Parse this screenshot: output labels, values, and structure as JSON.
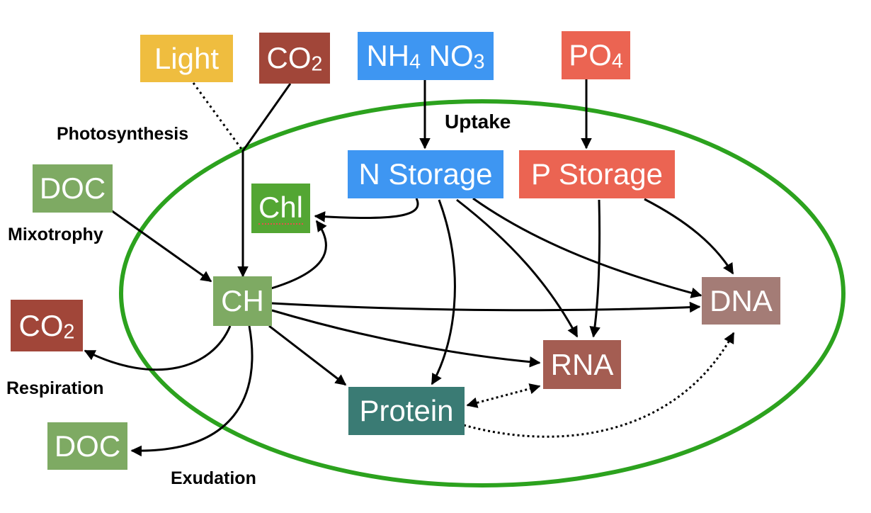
{
  "colors": {
    "cell_outline": "#2ca21e",
    "light": "#efbd3f",
    "co2": "#a14639",
    "nitrogen": "#3e96f2",
    "phosphorus": "#eb6452",
    "doc": "#7eaa63",
    "chl": "#53a633",
    "ch": "#7eaa63",
    "dna": "#a47c76",
    "rna": "#a45d52",
    "protein": "#3a7b74"
  },
  "nodes": {
    "light": "Light",
    "co2_top": {
      "main": "CO",
      "sub": "2"
    },
    "nh4_no3": {
      "a": "NH",
      "a_sub": "4",
      "b": " NO",
      "b_sub": "3"
    },
    "po4": {
      "main": "PO",
      "sub": "4"
    },
    "doc_in": "DOC",
    "co2_out": {
      "main": "CO",
      "sub": "2"
    },
    "doc_out": "DOC",
    "n_storage": "N Storage",
    "p_storage": "P Storage",
    "chl": "Chl",
    "ch": "CH",
    "dna": "DNA",
    "rna": "RNA",
    "protein": "Protein"
  },
  "labels": {
    "photosynthesis": "Photosynthesis",
    "uptake": "Uptake",
    "mixotrophy": "Mixotrophy",
    "respiration": "Respiration",
    "exudation": "Exudation"
  }
}
